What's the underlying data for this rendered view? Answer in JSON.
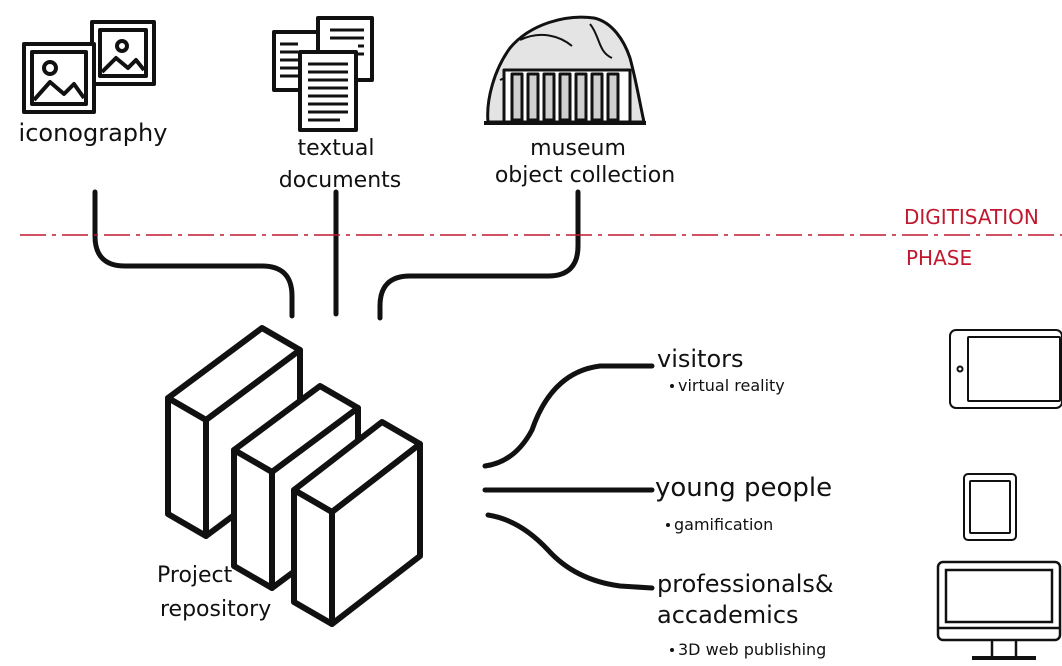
{
  "sources": {
    "iconography": "iconography",
    "textual_line1": "textual",
    "textual_line2": "documents",
    "museum_line1": "museum",
    "museum_line2": "object collection"
  },
  "phase": {
    "line1": "DIGITISATION",
    "line2": "PHASE",
    "color": "#c0182e"
  },
  "repository": {
    "line1": "Project",
    "line2": "repository"
  },
  "audiences": {
    "visitors": {
      "title": "visitors",
      "bullet": "virtual reality"
    },
    "young": {
      "title": "young people",
      "bullet": "gamification"
    },
    "professionals": {
      "title_line1": "professionals&",
      "title_line2": "accademics",
      "bullet": "3D web publishing"
    }
  },
  "icons": {
    "iconography": "picture-frames-icon",
    "textual": "documents-icon",
    "museum": "museum-temple-icon",
    "repository": "server-blocks-icon",
    "tablet_large": "tablet-landscape-icon",
    "tablet_small": "tablet-portrait-icon",
    "monitor": "desktop-monitor-icon"
  }
}
